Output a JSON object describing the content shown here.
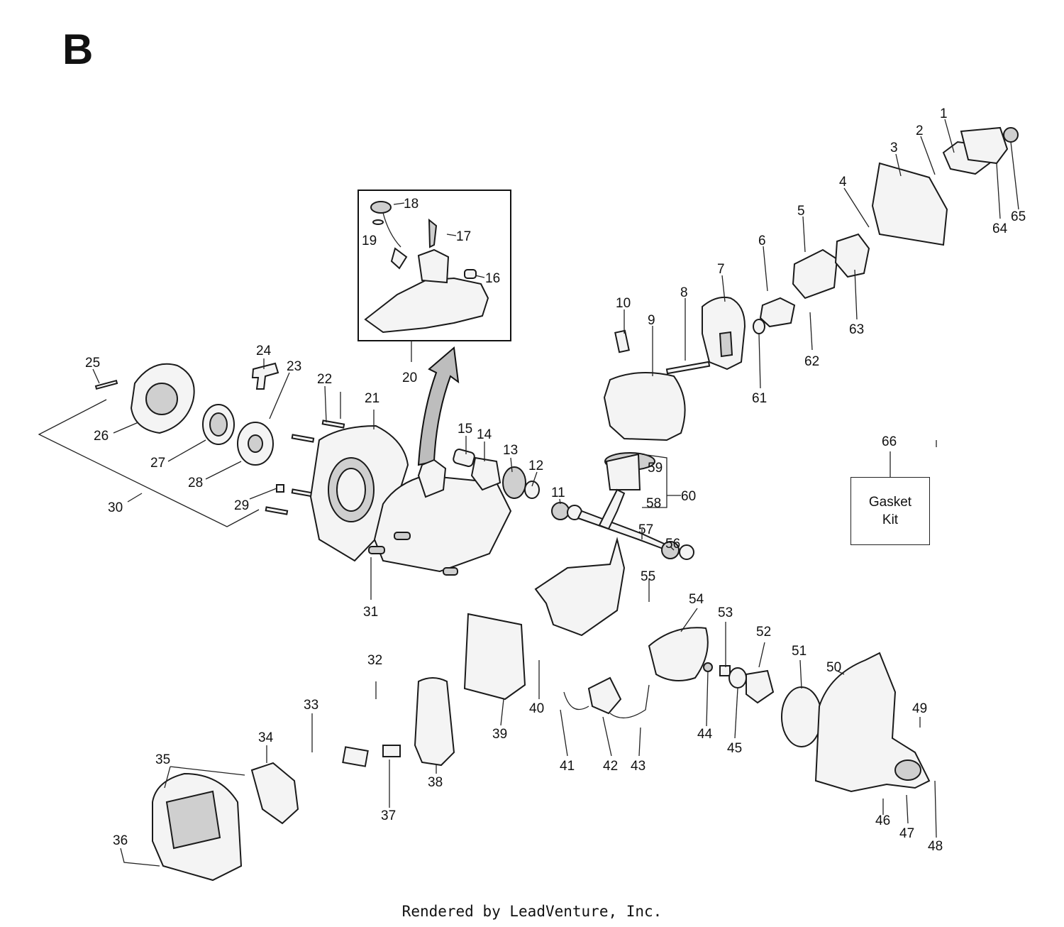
{
  "section_label": "B",
  "gasket_box": {
    "line1": "Gasket",
    "line2": "Kit"
  },
  "footer": "Rendered by LeadVenture, Inc.",
  "callouts": [
    "1",
    "2",
    "3",
    "4",
    "5",
    "6",
    "7",
    "8",
    "9",
    "10",
    "11",
    "12",
    "13",
    "14",
    "15",
    "16",
    "17",
    "18",
    "19",
    "20",
    "21",
    "22",
    "23",
    "24",
    "25",
    "26",
    "27",
    "28",
    "29",
    "30",
    "31",
    "32",
    "33",
    "34",
    "35",
    "36",
    "37",
    "38",
    "39",
    "40",
    "41",
    "42",
    "43",
    "44",
    "45",
    "46",
    "47",
    "48",
    "49",
    "50",
    "51",
    "52",
    "53",
    "54",
    "55",
    "56",
    "57",
    "58",
    "59",
    "60",
    "61",
    "62",
    "63",
    "64",
    "65",
    "66"
  ]
}
